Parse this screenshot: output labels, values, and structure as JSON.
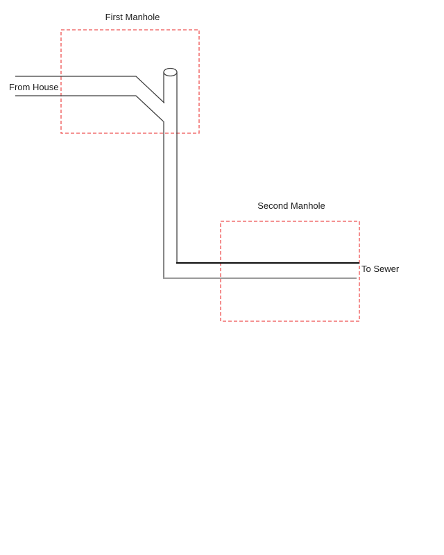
{
  "diagram": {
    "description": "Sewer connection schematic with two manholes",
    "labels": {
      "first_manhole": "First Manhole",
      "from_house": "From House",
      "second_manhole": "Second Manhole",
      "to_sewer": "To Sewer"
    },
    "colors": {
      "background": "#ffffff",
      "manhole_outline_red": "#ee5250",
      "pipe_line": "#3f3f3f",
      "pipe_dark_edge": "#141414",
      "pipe_shadow_edge": "#9a9a9a",
      "text": "#1a1a1a"
    }
  }
}
